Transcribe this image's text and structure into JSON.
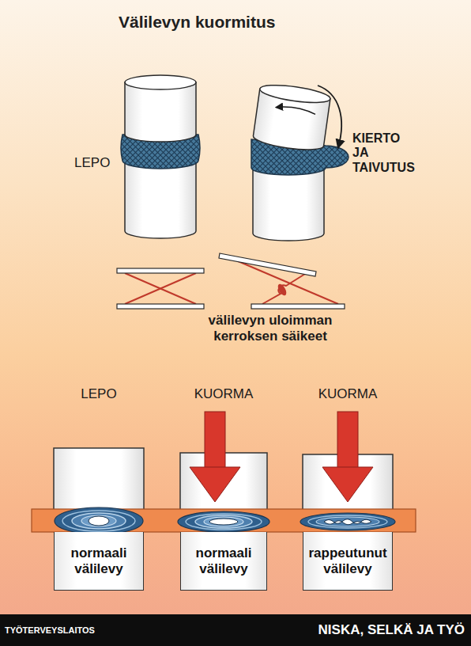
{
  "diagram": {
    "title": "Välilevyn kuormitus",
    "nodes": [
      {
        "text": [
          "normaali välilevy"
        ]
      },
      {
        "text": [
          "normaali välilevy"
        ]
      },
      {
        "text": [
          "rappeutunut välilevy"
        ]
      },
      {
        "text": [
          "TYÖTERVEYSLAITOS",
          "NISKA, SELKÄ JA TYÖ"
        ]
      }
    ],
    "labels": [
      "LEPO",
      "KIERTO JA TAIVUTUS",
      "välilevyn uloimman kerroksen säikeet",
      "LEPO",
      "KUORMA",
      "KUORMA"
    ]
  }
}
